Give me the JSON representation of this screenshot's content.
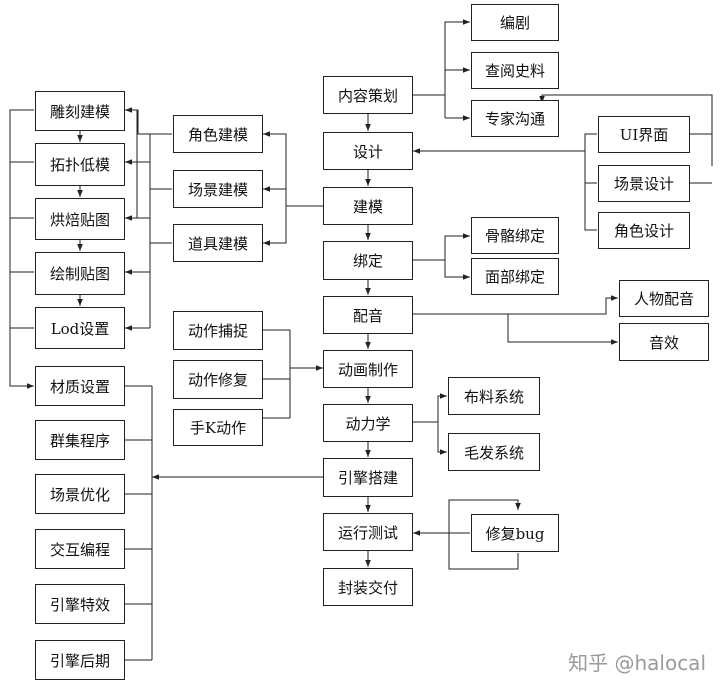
{
  "nodes": {
    "neirong": "内容策划",
    "sheji": "设计",
    "jianmo": "建模",
    "bangding": "绑定",
    "peiyin": "配音",
    "donghua": "动画制作",
    "donglixue": "动力学",
    "yinqing": "引擎搭建",
    "yunxing": "运行测试",
    "fengzhuang": "封装交付",
    "bianju": "编剧",
    "chayue": "查阅史料",
    "zhuanjia": "专家沟通",
    "uijiemian": "UI界面",
    "changjingsheji": "场景设计",
    "jiaosesheji": "角色设计",
    "gugebangding": "骨骼绑定",
    "mianbubangding": "面部绑定",
    "renwupeiyin": "人物配音",
    "yinxiao": "音效",
    "buliao": "布料系统",
    "maofa": "毛发系统",
    "xiufu": "修复bug",
    "jiaosejianmo": "角色建模",
    "changjingjianmo": "场景建模",
    "daojujianmo": "道具建模",
    "diaoke": "雕刻建模",
    "tuopu": "拓扑低模",
    "hongbei": "烘焙贴图",
    "huizhi": "绘制贴图",
    "lod": "Lod设置",
    "caizhi": "材质设置",
    "dongzuobuzhuo": "动作捕捉",
    "dongzuoxiufu": "动作修复",
    "shouk": "手K动作",
    "qunji": "群集程序",
    "changjingyouhua": "场景优化",
    "jiaohu": "交互编程",
    "texiao": "引擎特效",
    "houqi": "引擎后期"
  },
  "watermark": "知乎 @halocal",
  "colors": {
    "line": "#222222",
    "text": "#111111",
    "watermark": "#9a9a9a"
  }
}
